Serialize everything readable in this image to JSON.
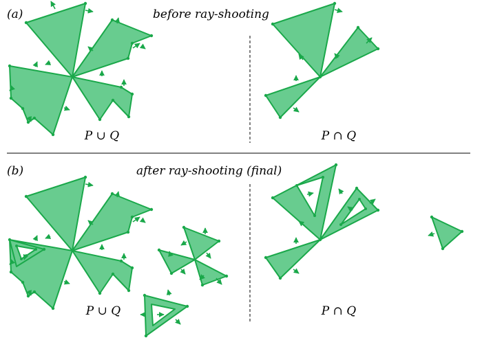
{
  "panel_a": {
    "label": "(a)",
    "caption": "before ray-shooting",
    "left_set": "P ∪ Q",
    "right_set": "P ∩ Q"
  },
  "panel_b": {
    "label": "(b)",
    "caption": "after ray-shooting (final)",
    "left_set": "P ∪ Q",
    "right_set": "P ∩ Q"
  },
  "colors": {
    "fill": "#68cc8f",
    "stroke": "#1aa84a",
    "arrow": "#1aa84a"
  }
}
